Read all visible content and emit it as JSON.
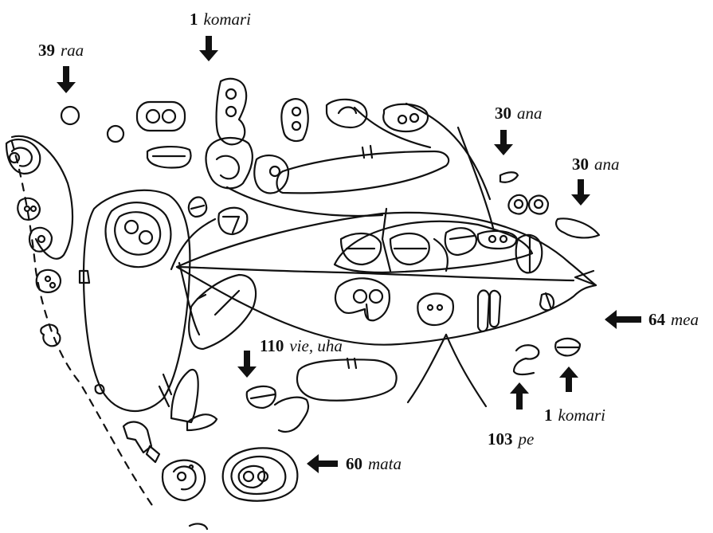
{
  "colors": {
    "ink": "#111111",
    "paper": "#ffffff"
  },
  "labels": [
    {
      "id": "label-39-raa",
      "number": "39",
      "word": "raa",
      "arrow": "down"
    },
    {
      "id": "label-1-komari-top",
      "number": "1",
      "word": "komari",
      "arrow": "down"
    },
    {
      "id": "label-30-ana-left",
      "number": "30",
      "word": "ana",
      "arrow": "down"
    },
    {
      "id": "label-30-ana-right",
      "number": "30",
      "word": "ana",
      "arrow": "down"
    },
    {
      "id": "label-64-mea",
      "number": "64",
      "word": "mea",
      "arrow": "left"
    },
    {
      "id": "label-110-vie-uha",
      "number": "110",
      "word": "vie, uha",
      "arrow": "down"
    },
    {
      "id": "label-1-komari-bottom",
      "number": "1",
      "word": "komari",
      "arrow": "up"
    },
    {
      "id": "label-103-pe",
      "number": "103",
      "word": "pe",
      "arrow": "up"
    },
    {
      "id": "label-60-mata",
      "number": "60",
      "word": "mata",
      "arrow": "left"
    }
  ]
}
